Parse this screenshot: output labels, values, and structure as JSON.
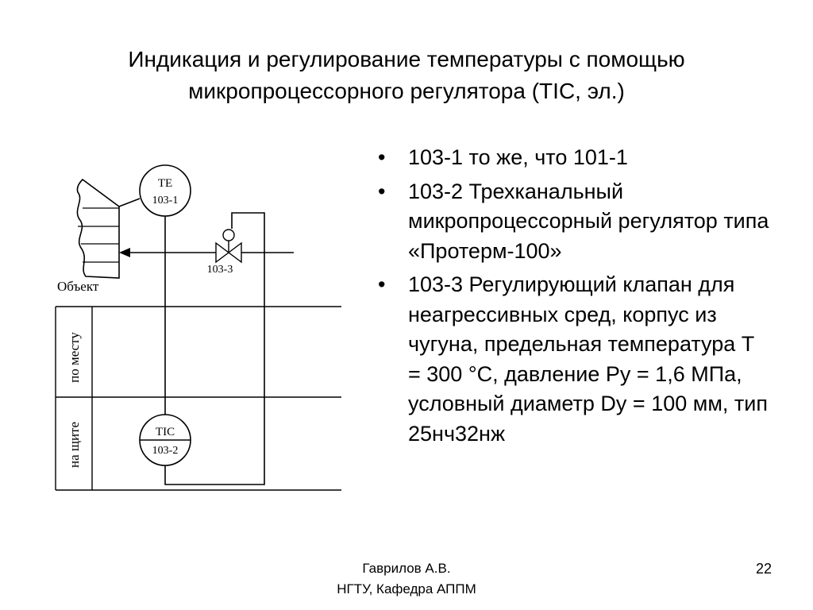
{
  "title": {
    "line1": "Индикация и регулирование температуры с помощью",
    "line2": "микропроцессорного регулятора (TIC, эл.)"
  },
  "diagram": {
    "object_label": "Объект",
    "te_code": "TE",
    "te_number": "103-1",
    "valve_label": "103-3",
    "row_local_label": "по месту",
    "row_panel_label": "на щите",
    "tic_code": "TIC",
    "tic_number": "103-2"
  },
  "bullets": [
    "103-1 то же, что 101-1",
    "103-2 Трехканальный микропроцессорный регулятор типа «Протерм-100»",
    "103-3 Регулирующий клапан для неагрессивных сред, корпус из чугуна, предельная температура Т = 300 °С, давление Ру = 1,6 МПа, условный диаметр Dу = 100 мм, тип 25нч32нж"
  ],
  "bullet_symbol": "•",
  "footer": {
    "author": "Гаврилов А.В.",
    "department": "НГТУ, Кафедра АППМ",
    "page_number": "22"
  }
}
